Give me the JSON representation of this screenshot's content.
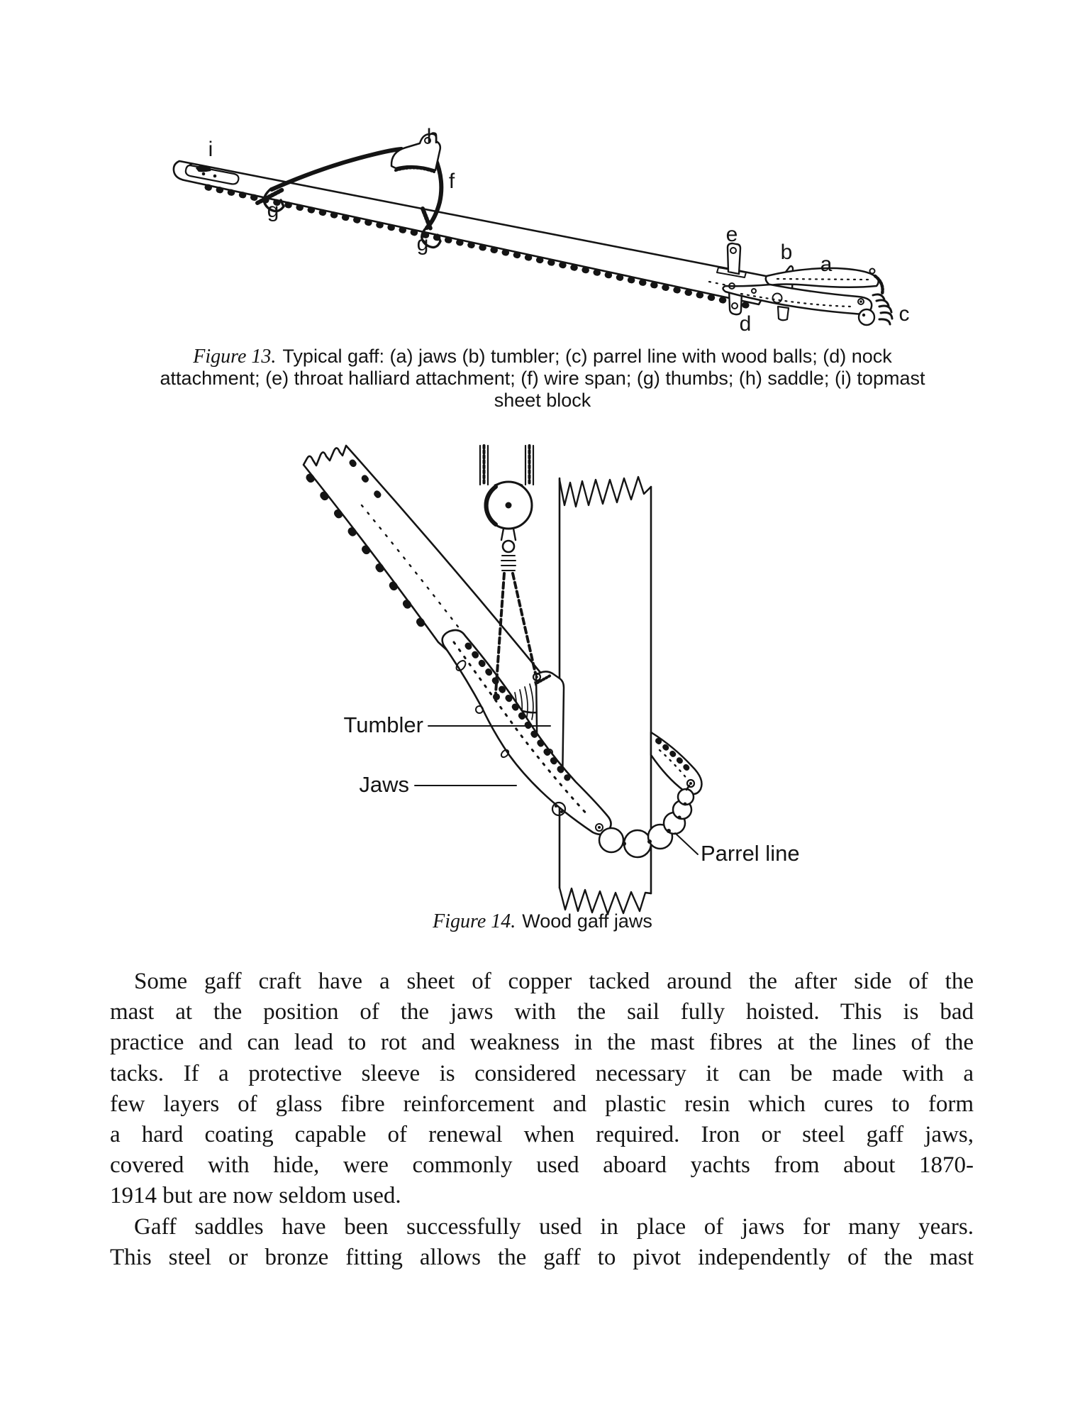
{
  "figure13": {
    "caption": {
      "prefix": "Figure 13.",
      "line1_rest": "Typical gaff: (a) jaws (b) tumbler; (c) parrel line with wood balls; (d) nock",
      "line2": "attachment; (e) throat halliard attachment; (f) wire span; (g) thumbs; (h) saddle; (i) topmast",
      "line3": "sheet block"
    },
    "part_labels": {
      "i": "i",
      "g_left": "g",
      "h": "h",
      "f": "f",
      "g_right": "g",
      "e": "e",
      "b": "b",
      "a": "a",
      "d": "d",
      "c": "c"
    }
  },
  "figure14": {
    "caption": {
      "prefix": "Figure 14.",
      "rest": "Wood gaff jaws"
    },
    "part_labels": {
      "tumbler": "Tumbler",
      "jaws": "Jaws",
      "parrel_line": "Parrel line"
    }
  },
  "body_text": {
    "lines": [
      "Some gaff craft have a sheet of copper tacked around the after side of the",
      "mast at the position of the jaws with the sail fully hoisted. This is bad",
      "practice and can lead to rot and weakness in the mast fibres at the lines of the",
      "tacks. If a protective sleeve is considered necessary it can be made with a",
      "few layers of glass fibre reinforcement and plastic resin which cures to form",
      "a hard coating capable of renewal when required. Iron or steel gaff jaws,",
      "covered with hide, were commonly used aboard yachts from about 1870-",
      "1914 but are now seldom used.",
      "Gaff saddles have been successfully used in place of jaws for many years.",
      "This steel or bronze fitting allows the gaff to pivot independently of the mast"
    ]
  },
  "colors": {
    "ink": "#141414",
    "paper": "#ffffff"
  }
}
